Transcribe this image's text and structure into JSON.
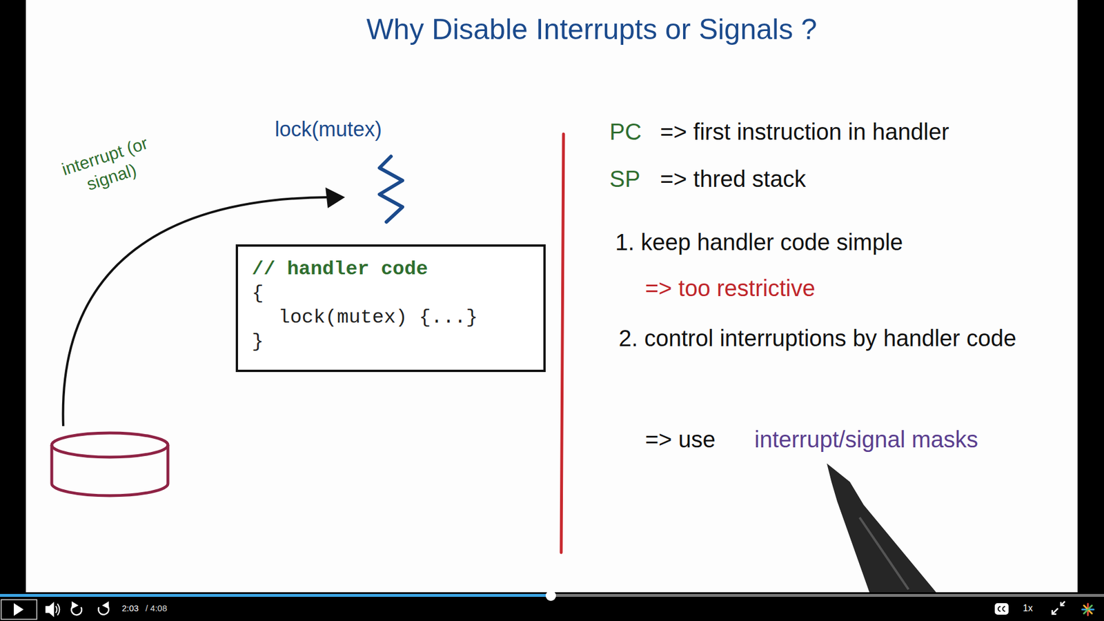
{
  "diagram": {
    "title": "Why Disable Interrupts or Signals ?",
    "nodes": [
      {
        "text": [
          "// handler code",
          "{",
          "lock(mutex) {...}",
          "}"
        ]
      }
    ],
    "labels": [
      "interrupt (or signal)",
      "lock(mutex)",
      "PC",
      "=> first instruction in handler",
      "SP",
      "=> thred stack",
      "1. keep handler code simple",
      "=> too restrictive",
      "2. control interruptions by handler code",
      "=> use",
      "interrupt/signal masks",
      "2:03",
      "/ 4:08",
      "1x"
    ]
  }
}
